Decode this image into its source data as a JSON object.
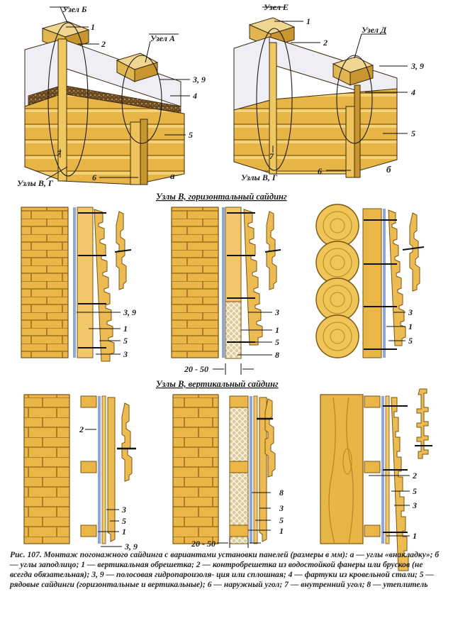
{
  "colors": {
    "wood": "#e9b84a",
    "wood_dark": "#c98e25",
    "wood_light": "#f3d27a",
    "brick_line": "#a0701a",
    "insulation": "#f2ead0",
    "membrane": "#8fa6d8",
    "steel": "#e7e7ef",
    "outline": "#3a2a10"
  },
  "top": {
    "left": {
      "nodes": [
        "Узел Б",
        "Узел А",
        "Узлы В, Г"
      ],
      "callouts": [
        "1",
        "2",
        "3, 9",
        "4",
        "5",
        "6",
        "7"
      ],
      "panel_letter": "а"
    },
    "right": {
      "nodes": [
        "Узел Е",
        "Узел Д",
        "Узлы В, Г"
      ],
      "callouts": [
        "1",
        "2",
        "3, 9",
        "4",
        "5",
        "6",
        "7"
      ],
      "panel_letter": "б"
    }
  },
  "horizontal": {
    "title": "Узлы В, горизонтальный сайдинг",
    "brick_labels": [
      "3, 9",
      "1",
      "5",
      "3"
    ],
    "insul_labels": [
      "3",
      "1",
      "5",
      "8"
    ],
    "log_labels": [
      "3",
      "1",
      "5"
    ],
    "gap": "20 - 50"
  },
  "vertical": {
    "title": "Узлы В, вертикальный сайдинг",
    "brick_labels": [
      "2",
      "3",
      "5",
      "1",
      "3, 9"
    ],
    "insul_labels": [
      "8",
      "3",
      "5",
      "1"
    ],
    "log_labels": [
      "2",
      "5",
      "3",
      "1"
    ],
    "gap": "20 - 50"
  },
  "caption": {
    "line1": "Рис. 107. Монтаж погонажного сайдинга с вариантами установки панелей (размеры в мм):",
    "line2": "а — углы «внакладку»; б — углы заподлицо; 1 — вертикальная обрешетка; 2 — контробрешетка",
    "line3": "из водостойкой фанеры или брусков (не всегда обязательная); 3, 9 — полосовая гидропароизоля-",
    "line4": "ция или сплошная; 4 — фартуки из кровельной стали; 5 — рядовые сайдинги (горизонтальные",
    "line5": "и вертикальные); 6 — наружный угол; 7 — внутренний угол; 8 — утеплитель"
  }
}
